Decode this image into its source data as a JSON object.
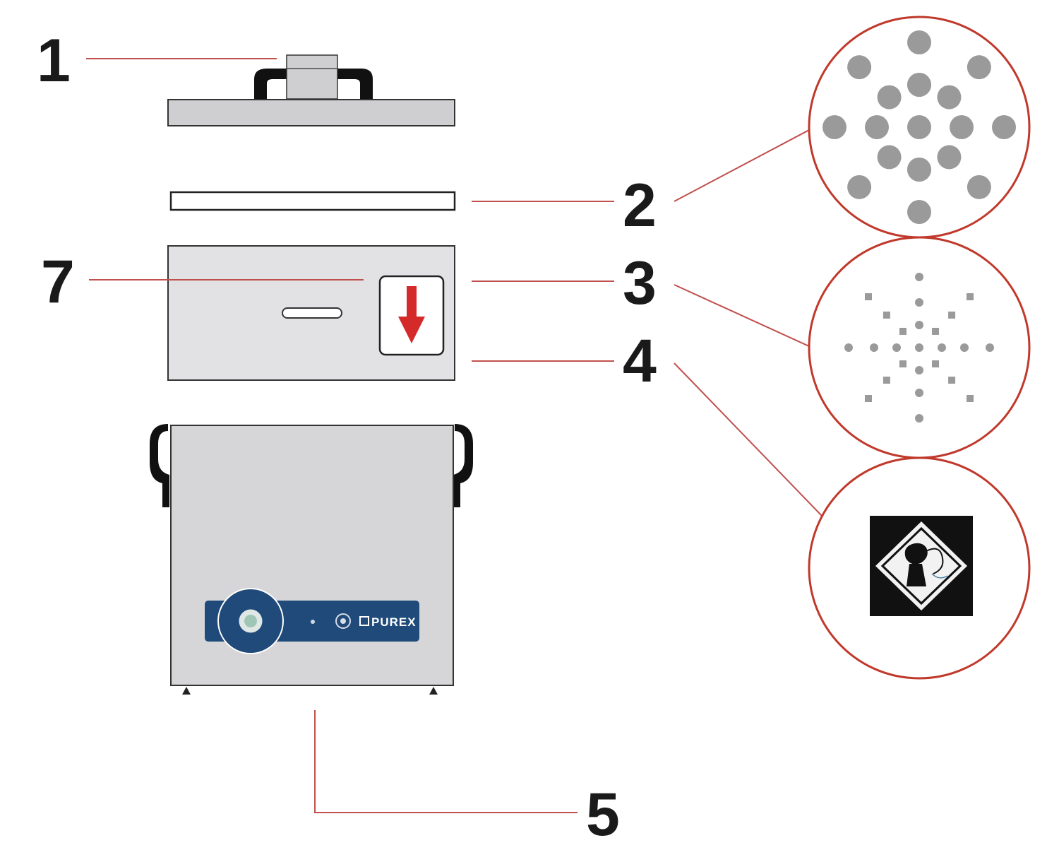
{
  "callouts": {
    "c1": "1",
    "c2": "2",
    "c3": "3",
    "c4": "4",
    "c5": "5",
    "c7": "7"
  },
  "unit": {
    "brand": "PUREX"
  },
  "icons": {
    "lid_handle": "handle-icon",
    "airflow": "down-arrow-icon",
    "hazard": "toxic-gas-hazard-icon"
  },
  "colors": {
    "leader": "#c0504d",
    "circle": "#c0392b",
    "panel": "#e2e2e4",
    "body": "#d6d6d8",
    "control_strip": "#1f4a7a",
    "arrow": "#d42a2a",
    "particle": "#9a9a9a"
  }
}
